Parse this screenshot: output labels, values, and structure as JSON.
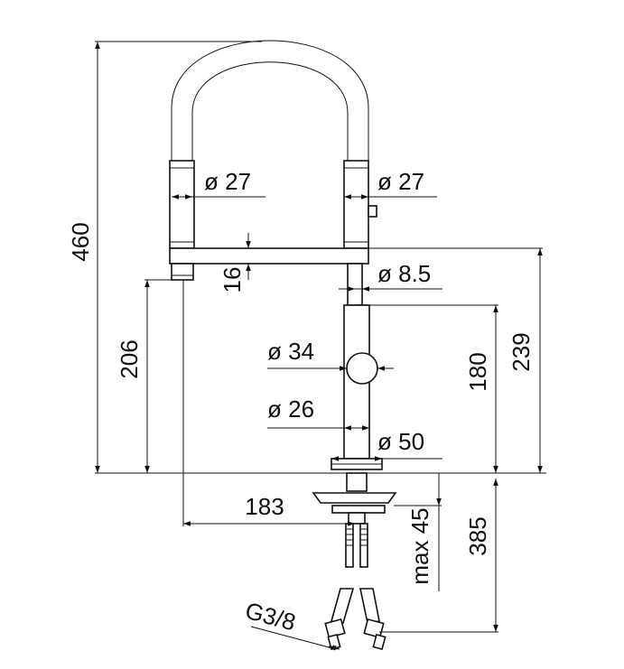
{
  "colors": {
    "line": "#111111",
    "background": "#ffffff"
  },
  "dimensions": {
    "total_height": "460",
    "hose_diameter_left": "ø 27",
    "hose_diameter_right": "ø 27",
    "bar_thickness": "16",
    "spout_height": "206",
    "pipe_diameter": "ø 8.5",
    "handle_diameter": "ø 34",
    "body_diameter": "ø 26",
    "base_diameter": "ø 50",
    "handle_height": "180",
    "bar_height": "239",
    "reach": "183",
    "max_thickness": "max 45",
    "hose_length": "385",
    "thread": "G3/8"
  }
}
